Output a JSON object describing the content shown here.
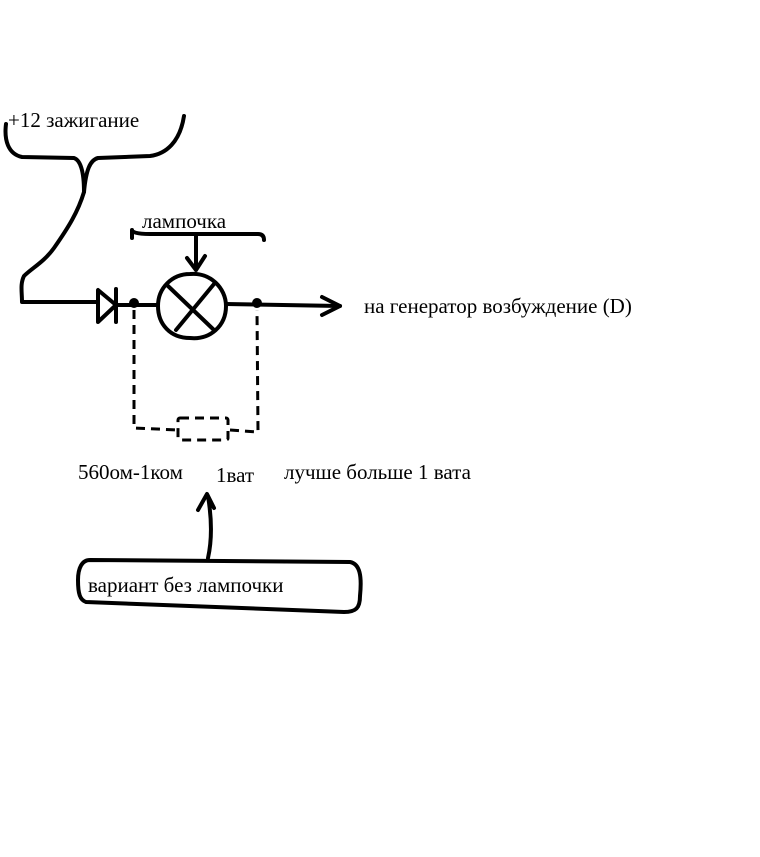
{
  "labels": {
    "ignition": "+12 зажигание",
    "lamp": "лампочка",
    "generator": "на генератор возбуждение (D)",
    "resistor_value": "560ом-1ком",
    "resistor_power": "1ват",
    "resistor_note": "лучше больше 1 вата",
    "variant": "вариант без лампочки"
  },
  "colors": {
    "ink": "#000000",
    "background": "#ffffff"
  },
  "icons": {
    "diode": "diode-icon",
    "lamp": "lamp-icon",
    "resistor": "resistor-icon"
  }
}
